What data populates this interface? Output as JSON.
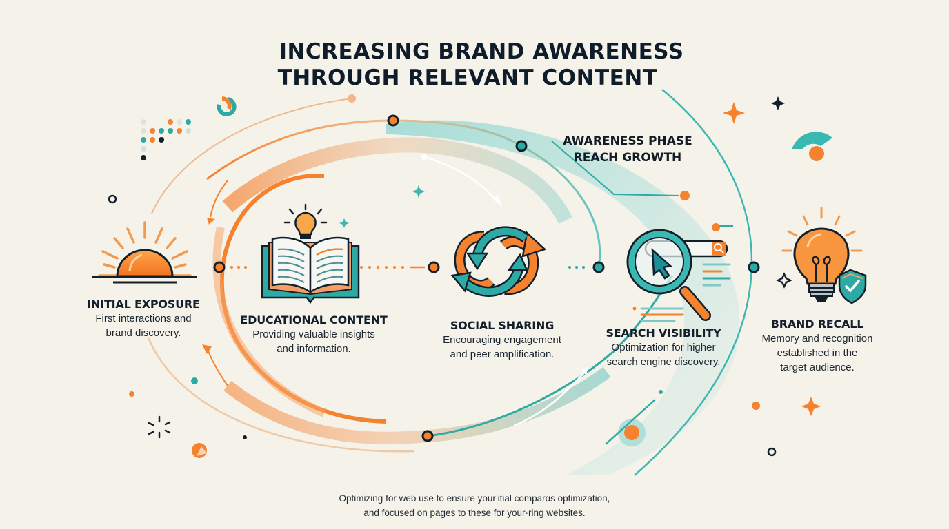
{
  "title": {
    "line1": "INCREASING BRAND AWARENESS",
    "line2": "THROUGH RELEVANT CONTENT"
  },
  "phase_label": {
    "line1": "AWARENESS PHASE",
    "line2": "REACH GROWTH"
  },
  "stages": [
    {
      "name": "INITIAL EXPOSURE",
      "desc1": "First interactions and",
      "desc2": "brand discovery.",
      "desc3": "",
      "icon": "sunrise-icon"
    },
    {
      "name": "EDUCATIONAL CONTENT",
      "desc1": "Providing valuable insights",
      "desc2": "and information.",
      "desc3": "",
      "icon": "open-book-lightbulb-icon"
    },
    {
      "name": "SOCIAL SHARING",
      "desc1": "Encouraging engagement",
      "desc2": "and peer amplification.",
      "desc3": "",
      "icon": "share-arrows-icon"
    },
    {
      "name": "SEARCH VISIBILITY",
      "desc1": "Optimization for higher",
      "desc2": "search engine discovery.",
      "desc3": "",
      "icon": "magnifier-cursor-icon"
    },
    {
      "name": "BRAND RECALL",
      "desc1": "Memory and recognition",
      "desc2": "established in the",
      "desc3": "target audience.",
      "icon": "lightbulb-shield-icon"
    }
  ],
  "footer": {
    "line1": "Optimizing for web use to ensure your itial comparɑs optimization,",
    "line2": "and focused on pages to these for your·ring websites."
  },
  "colors": {
    "background": "#f5f2ea",
    "orange": "#f5822f",
    "teal": "#2bb0ad",
    "navy": "#0f1d2a"
  }
}
